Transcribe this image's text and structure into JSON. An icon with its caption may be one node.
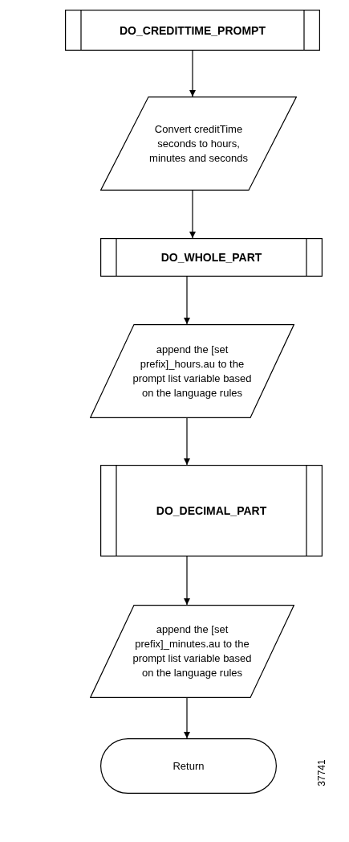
{
  "diagram": {
    "nodes": [
      {
        "text": [
          "DO_CREDITTIME_PROMPT"
        ]
      },
      {
        "text": [
          "Convert creditTime seconds to hours, minutes and seconds"
        ]
      },
      {
        "text": [
          "DO_WHOLE_PART"
        ]
      },
      {
        "text": [
          "append the [set prefix]_hours.au to the prompt list variable based on the language rules"
        ]
      },
      {
        "text": [
          "DO_DECIMAL_PART"
        ]
      },
      {
        "text": [
          "append the [set prefix]_minutes.au to the prompt list variable based on the language rules"
        ]
      },
      {
        "text": [
          "Return"
        ]
      }
    ],
    "edges": [
      {
        "from": 0,
        "to": 1,
        "arrow": "to"
      },
      {
        "from": 1,
        "to": 2,
        "arrow": "to"
      },
      {
        "from": 2,
        "to": 3,
        "arrow": "to"
      },
      {
        "from": 3,
        "to": 4,
        "arrow": "to"
      },
      {
        "from": 4,
        "to": 5,
        "arrow": "to"
      },
      {
        "from": 5,
        "to": 6,
        "arrow": "to"
      }
    ],
    "labels": [
      "37741"
    ]
  }
}
